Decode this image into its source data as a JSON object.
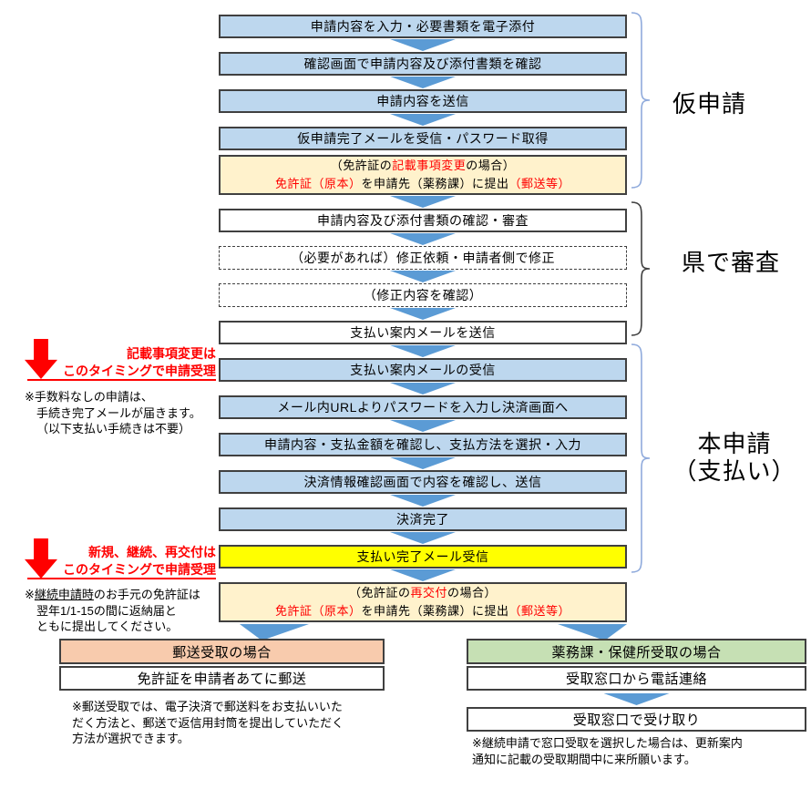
{
  "section_labels": {
    "provisional": "仮申請",
    "review": "県で審査",
    "payment_line1": "本申請",
    "payment_line2": "（支払い）"
  },
  "flow": {
    "step1": "申請内容を入力・必要書類を電子添付",
    "step2": "確認画面で申請内容及び添付書類を確認",
    "step3": "申請内容を送信",
    "step4": "仮申請完了メールを受信・パスワード取得",
    "license_change": {
      "line1_pre": "（免許証の",
      "line1_red": "記載事項変更",
      "line1_post": "の場合）",
      "line2_red1": "免許証（原本）",
      "line2_mid": "を申請先（薬務課）に提出",
      "line2_red2": "（郵送等）"
    },
    "step5": "申請内容及び添付書類の確認・審査",
    "step6": "（必要があれば）修正依頼・申請者側で修正",
    "step7": "（修正内容を確認）",
    "step8": "支払い案内メールを送信",
    "step9": "支払い案内メールの受信",
    "step10": "メール内URLよりパスワードを入力し決済画面へ",
    "step11": "申請内容・支払金額を確認し、支払方法を選択・入力",
    "step12": "決済情報確認画面で内容を確認し、送信",
    "step13": "決済完了",
    "step14": "支払い完了メール受信",
    "reissue": {
      "line1_pre": "（免許証の",
      "line1_red": "再交付",
      "line1_post": "の場合）",
      "line2_red1": "免許証（原本）",
      "line2_mid": "を申請先（薬務課）に提出",
      "line2_red2": "（郵送等）"
    }
  },
  "annotation1": {
    "red_line1": "記載事項変更は",
    "red_line2": "このタイミングで申請受理",
    "note_line1": "※手数料なしの申請は、",
    "note_line2": "手続き完了メールが届きます。",
    "note_line3": "（以下支払い手続きは不要）"
  },
  "annotation2": {
    "red_line1": "新規、継続、再交付は",
    "red_line2": "このタイミングで申請受理",
    "note_line1_pre": "※",
    "note_line1_u": "継続申請時",
    "note_line1_post": "のお手元の免許証は",
    "note_line2": "翌年1/1-15の間に返納届と",
    "note_line3": "ともに提出してください。"
  },
  "mail_branch": {
    "header": "郵送受取の場合",
    "box1": "免許証を申請者あてに郵送",
    "note_line1": "※郵送受取では、電子決済で郵送料をお支払いいた",
    "note_line2": "だく方法と、郵送で返信用封筒を提出していただく",
    "note_line3": "方法が選択できます。"
  },
  "window_branch": {
    "header": "薬務課・保健所受取の場合",
    "box1": "受取窓口から電話連絡",
    "box2": "受取窓口で受け取り",
    "note_line1": "※継続申請で窓口受取を選択した場合は、更新案内",
    "note_line2": "通知に記載の受取期間中に来所願います。"
  },
  "colors": {
    "box_blue": "#BDD7EE",
    "box_cream": "#FFF2CC",
    "box_yellow": "#FFFF00",
    "header_orange": "#F8CBAD",
    "header_green": "#C6E0B4",
    "arrow_blue": "#5B9BD5",
    "brace_blue": "#8FAADC",
    "accent_red": "#FF0000"
  }
}
